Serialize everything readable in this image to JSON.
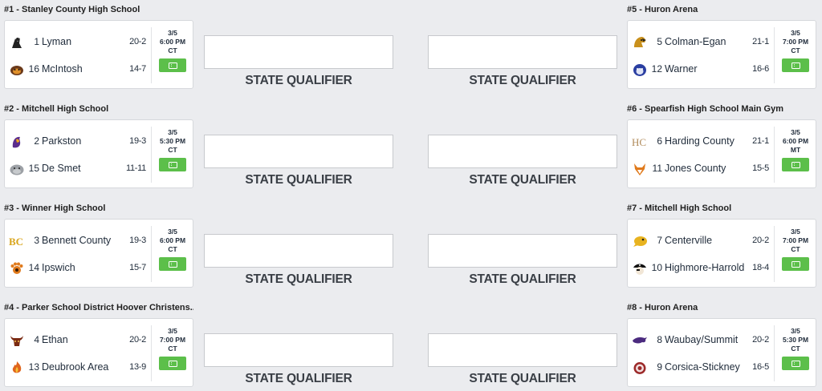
{
  "qualifier_label": "STATE QUALIFIER",
  "colors": {
    "ticket_button": "#5cbf4a",
    "background": "#ebecef"
  },
  "games": [
    {
      "title": "#1 - Stanley County High School",
      "date": "3/5",
      "time": "6:00 PM",
      "tz": "CT",
      "teams": [
        {
          "seed": "1",
          "name": "Lyman",
          "record": "20-2",
          "logo": "raider-icon"
        },
        {
          "seed": "16",
          "name": "McIntosh",
          "record": "14-7",
          "logo": "tiger-icon"
        }
      ]
    },
    {
      "title": "#2 - Mitchell High School",
      "date": "3/5",
      "time": "5:30 PM",
      "tz": "CT",
      "teams": [
        {
          "seed": "2",
          "name": "Parkston",
          "record": "19-3",
          "logo": "trojan-icon"
        },
        {
          "seed": "15",
          "name": "De Smet",
          "record": "11-11",
          "logo": "bulldog-icon"
        }
      ]
    },
    {
      "title": "#3 - Winner High School",
      "date": "3/5",
      "time": "6:00 PM",
      "tz": "CT",
      "teams": [
        {
          "seed": "3",
          "name": "Bennett County",
          "record": "19-3",
          "logo": "bc-letters-icon"
        },
        {
          "seed": "14",
          "name": "Ipswich",
          "record": "15-7",
          "logo": "paw-icon"
        }
      ]
    },
    {
      "title": "#4 - Parker School District Hoover Christens...",
      "date": "3/5",
      "time": "7:00 PM",
      "tz": "CT",
      "teams": [
        {
          "seed": "4",
          "name": "Ethan",
          "record": "20-2",
          "logo": "bull-icon"
        },
        {
          "seed": "13",
          "name": "Deubrook Area",
          "record": "13-9",
          "logo": "flame-icon"
        }
      ]
    },
    {
      "title": "#5 - Huron Arena",
      "date": "3/5",
      "time": "7:00 PM",
      "tz": "CT",
      "teams": [
        {
          "seed": "5",
          "name": "Colman-Egan",
          "record": "21-1",
          "logo": "hawk-icon"
        },
        {
          "seed": "12",
          "name": "Warner",
          "record": "16-6",
          "logo": "wolf-icon"
        }
      ]
    },
    {
      "title": "#6 - Spearfish High School Main Gym",
      "date": "3/5",
      "time": "6:00 PM",
      "tz": "MT",
      "teams": [
        {
          "seed": "6",
          "name": "Harding County",
          "record": "21-1",
          "logo": "hc-letters-icon"
        },
        {
          "seed": "11",
          "name": "Jones County",
          "record": "15-5",
          "logo": "coyote-icon"
        }
      ]
    },
    {
      "title": "#7 - Mitchell High School",
      "date": "3/5",
      "time": "7:00 PM",
      "tz": "CT",
      "teams": [
        {
          "seed": "7",
          "name": "Centerville",
          "record": "20-2",
          "logo": "tornado-icon"
        },
        {
          "seed": "10",
          "name": "Highmore-Harrold",
          "record": "18-4",
          "logo": "pirate-icon"
        }
      ]
    },
    {
      "title": "#8 - Huron Arena",
      "date": "3/5",
      "time": "5:30 PM",
      "tz": "CT",
      "teams": [
        {
          "seed": "8",
          "name": "Waubay/Summit",
          "record": "20-2",
          "logo": "panther-icon"
        },
        {
          "seed": "9",
          "name": "Corsica-Stickney",
          "record": "16-5",
          "logo": "jaguar-icon"
        }
      ]
    }
  ]
}
